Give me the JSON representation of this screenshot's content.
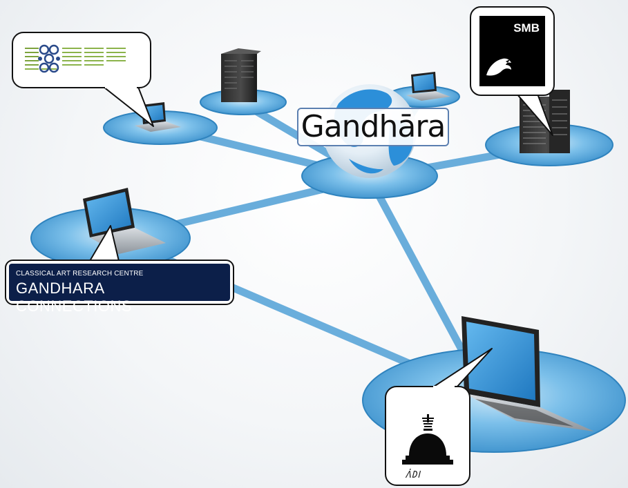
{
  "center_node": {
    "label": "Gandhāra"
  },
  "callouts": {
    "top_left": {
      "logo": "data-pattern-logo"
    },
    "top_right": {
      "logo_text": "SMB",
      "logo": "eagle-logo"
    },
    "left": {
      "line1": "CLASSICAL ART RESEARCH CENTRE",
      "line2": "GANDHARA CONNECTIONS"
    },
    "bottom": {
      "logo": "stupa-logo",
      "script_text": "𑀕𑀁𑀥𑀭"
    }
  },
  "colors": {
    "platform": "#5aa9dc",
    "platform_edge": "#2f83be",
    "link": "#5aa5d8",
    "screen": "#2b8fd6",
    "navy": "#0c1f49"
  }
}
